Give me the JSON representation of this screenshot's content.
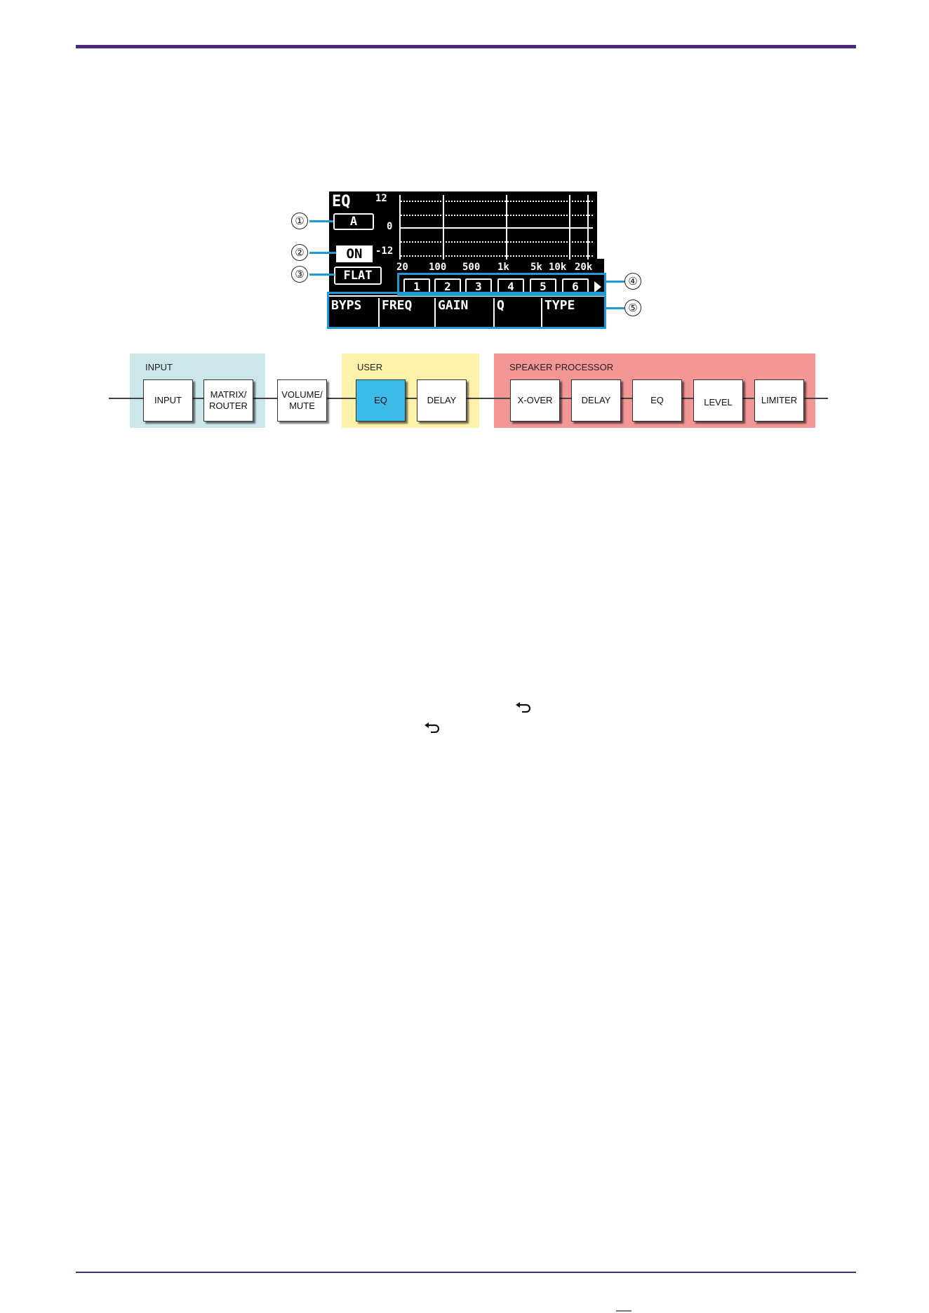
{
  "colors": {
    "rule": "#4a2a82",
    "callout": "#1e9ad6",
    "input_section": "#cce6ec",
    "user_section": "#fdf2aa",
    "speaker_section": "#f29696",
    "active_block": "#3bbbe8"
  },
  "lcd": {
    "title": "EQ",
    "library": "A",
    "on_button": "ON",
    "flat_button": "FLAT",
    "y_labels": [
      "12",
      "0",
      "-12"
    ],
    "freq_labels": [
      "20",
      "100",
      "500",
      "1k",
      "5k",
      "10k",
      "20k"
    ],
    "bands": [
      "1",
      "2",
      "3",
      "4",
      "5",
      "6"
    ],
    "params": [
      "BYPS",
      "FREQ",
      "GAIN",
      "Q",
      "TYPE"
    ]
  },
  "callouts": [
    "①",
    "②",
    "③",
    "④",
    "⑤"
  ],
  "flow": {
    "sections": [
      {
        "label": "INPUT"
      },
      {
        "label": "USER"
      },
      {
        "label": "SPEAKER PROCESSOR"
      }
    ],
    "blocks": [
      "INPUT",
      "MATRIX/\nROUTER",
      "VOLUME/\nMUTE",
      "EQ",
      "DELAY",
      "X-OVER",
      "DELAY",
      "EQ",
      "LEVEL",
      "LIMITER"
    ]
  },
  "icons": [
    "return-icon",
    "return-icon"
  ]
}
